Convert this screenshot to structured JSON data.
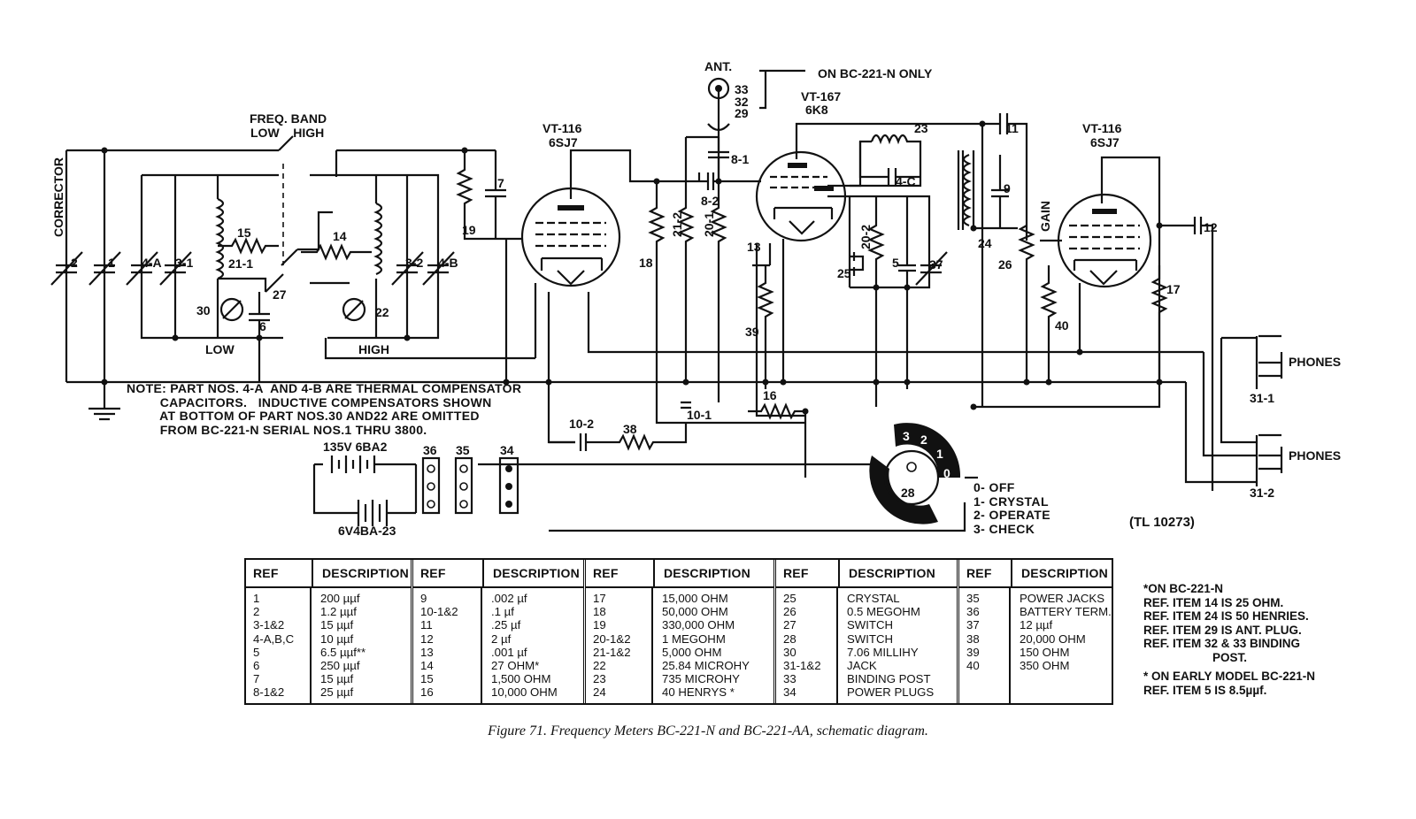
{
  "labels": {
    "antenna": "ANT.",
    "ant_refs": [
      "33",
      "32",
      "29"
    ],
    "bc221n_only": "ON BC-221-N ONLY",
    "freq_band": "FREQ. BAND",
    "low_high": "LOW    HIGH",
    "corrector": "CORRECTOR",
    "low": "LOW",
    "high": "HIGH",
    "tube1_name": "VT-116",
    "tube1_type": "6SJ7",
    "tube2_name": "VT-167",
    "tube2_type": "6K8",
    "tube3_name": "VT-116",
    "tube3_type": "6SJ7",
    "gain": "GAIN",
    "phones1": "PHONES",
    "phones2": "PHONES",
    "jack1": "31-1",
    "jack2": "31-2",
    "battery_high": "135V 6BA2",
    "battery_low": "6V4BA-23",
    "switch_positions": [
      "3",
      "2",
      "1",
      "0"
    ],
    "switch_ref": "28",
    "note_left": "NOTE: PART NOS. 4-A  AND 4-B ARE THERMAL COMPENSATOR\n         CAPACITORS.   INDUCTIVE COMPENSATORS SHOWN\n         AT BOTTOM OF PART NOS.30 AND22 ARE OMITTED\n         FROM BC-221-N SERIAL NOS.1 THRU 3800.",
    "switch_legend": [
      "0-  OFF",
      "1-  CRYSTAL",
      "2-  OPERATE",
      "3-  CHECK"
    ],
    "tl_ref": "(TL 10273)",
    "part_numbers": [
      "2",
      "1",
      "4-A",
      "3-1",
      "15",
      "21-1",
      "27",
      "30",
      "6",
      "14",
      "3-2",
      "4-B",
      "22",
      "19",
      "7",
      "18",
      "21-2",
      "20-1",
      "8-1",
      "8-2",
      "13",
      "39",
      "16",
      "10-1",
      "10-2",
      "38",
      "23",
      "4-C",
      "20-2",
      "25",
      "5",
      "37",
      "11",
      "9",
      "24",
      "26",
      "40",
      "12",
      "17",
      "36",
      "35",
      "34"
    ]
  },
  "table": {
    "ref_header": "REF",
    "desc_header": "DESCRIPTION",
    "columns": [
      {
        "refs": [
          "1",
          "2",
          "3-1&2",
          "4-A,B,C",
          "5",
          "6",
          "7",
          "8-1&2"
        ],
        "descs": [
          "200 µµf",
          "1.2 µµf",
          "15 µµf",
          "10 µµf",
          "6.5 µµf**",
          "250 µµf",
          "15 µµf",
          "25 µµf"
        ]
      },
      {
        "refs": [
          "9",
          "10-1&2",
          "11",
          "12",
          "13",
          "14",
          "15",
          "16"
        ],
        "descs": [
          ".002 µf",
          ".1 µf",
          ".25 µf",
          "2 µf",
          ".001 µf",
          "27 OHM*",
          "1,500 OHM",
          "10,000 OHM"
        ]
      },
      {
        "refs": [
          "17",
          "18",
          "19",
          "20-1&2",
          "21-1&2",
          "22",
          "23",
          "24"
        ],
        "descs": [
          "15,000 OHM",
          "50,000 OHM",
          "330,000 OHM",
          "1 MEGOHM",
          "5,000 OHM",
          "25.84 MICROHY",
          "735 MICROHY",
          "40 HENRYS *"
        ]
      },
      {
        "refs": [
          "25",
          "26",
          "27",
          "28",
          "30",
          "31-1&2",
          "33",
          "34"
        ],
        "descs": [
          "CRYSTAL",
          "0.5 MEGOHM",
          "SWITCH",
          "SWITCH",
          "7.06 MILLIHY",
          "JACK",
          "BINDING POST",
          "POWER PLUGS"
        ]
      },
      {
        "refs": [
          "35",
          "36",
          "37",
          "38",
          "39",
          "40"
        ],
        "descs": [
          "POWER JACKS",
          "BATTERY TERM.",
          "12 µµf",
          "20,000 OHM",
          "150 OHM",
          "350 OHM"
        ]
      }
    ]
  },
  "notes_right": [
    "*ON BC-221-N",
    "REF. ITEM 14 IS 25 OHM.",
    "REF. ITEM 24 IS 50 HENRIES.",
    "REF. ITEM 29 IS ANT. PLUG.",
    "REF. ITEM 32 & 33 BINDING",
    "POST.",
    "* ON EARLY MODEL BC-221-N",
    "REF. ITEM 5 IS 8.5µµf."
  ],
  "caption": "Figure 71.   Frequency Meters BC-221-N and BC-221-AA, schematic diagram."
}
